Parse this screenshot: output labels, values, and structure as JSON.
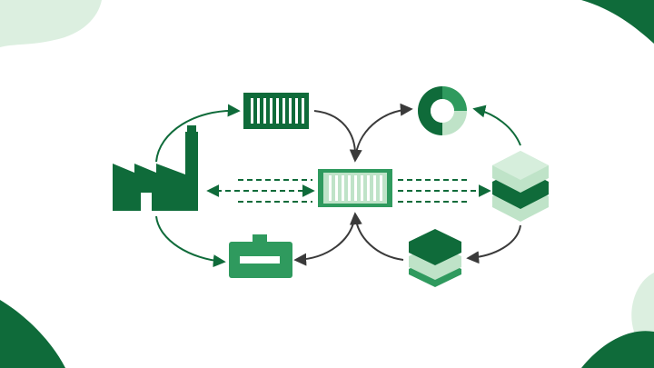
{
  "colors": {
    "dark_green": "#0f6b3a",
    "mid_green": "#2f9a5e",
    "light_green": "#bfe3c8",
    "pale_green": "#dcefe0",
    "arrow_gray": "#3a3a3a",
    "background": "#ffffff"
  },
  "nodes": [
    {
      "id": "factory",
      "icon": "factory-icon"
    },
    {
      "id": "top-container",
      "icon": "shipping-container-icon"
    },
    {
      "id": "center-container",
      "icon": "shipping-container-icon"
    },
    {
      "id": "ring-chart",
      "icon": "donut-chart-icon"
    },
    {
      "id": "stacked-layers",
      "icon": "layer-stack-icon"
    },
    {
      "id": "small-stack",
      "icon": "layer-stack-icon"
    },
    {
      "id": "bottom-box",
      "icon": "cargo-box-icon"
    }
  ],
  "flows": [
    {
      "from": "factory",
      "to": "top-container",
      "style": "solid"
    },
    {
      "from": "top-container",
      "to": "center-container",
      "style": "solid"
    },
    {
      "from": "center-container",
      "to": "ring-chart",
      "style": "solid"
    },
    {
      "from": "stacked-layers",
      "to": "ring-chart",
      "style": "solid"
    },
    {
      "from": "stacked-layers",
      "to": "small-stack",
      "style": "solid"
    },
    {
      "from": "small-stack",
      "to": "center-container",
      "style": "solid"
    },
    {
      "from": "center-container",
      "to": "bottom-box",
      "style": "solid"
    },
    {
      "from": "factory",
      "to": "bottom-box",
      "style": "solid"
    },
    {
      "from": "center-container",
      "to": "factory",
      "style": "dashed",
      "bidirectional": true
    },
    {
      "from": "center-container",
      "to": "stacked-layers",
      "style": "dashed"
    }
  ]
}
